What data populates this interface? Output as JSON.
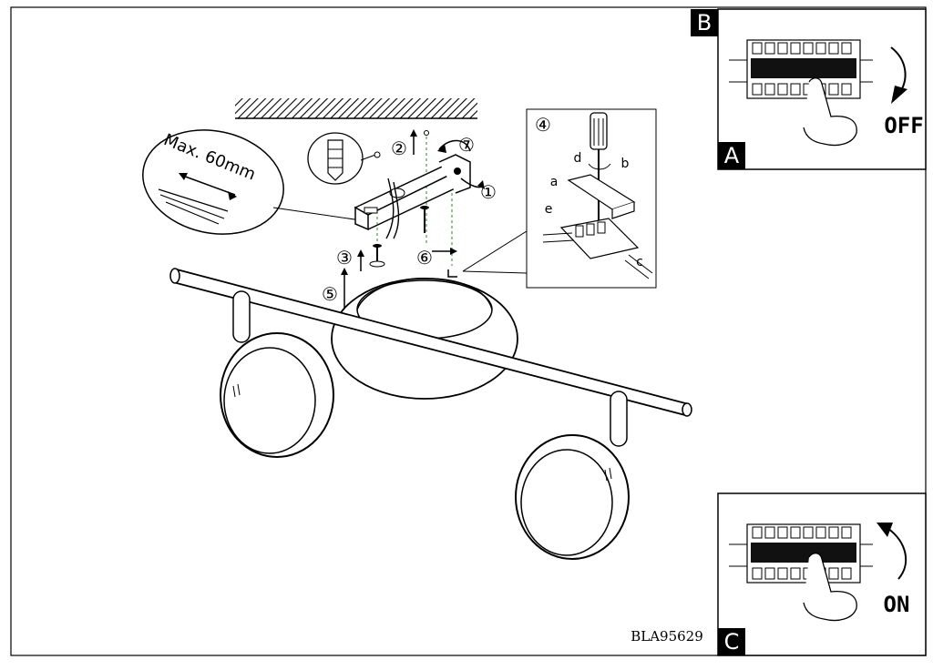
{
  "panels": {
    "b_label": "B",
    "a_label": "A",
    "c_label": "C",
    "off_text": "OFF",
    "on_text": "ON"
  },
  "steps": {
    "s1": "①",
    "s2": "②",
    "s3": "③",
    "s4": "④",
    "s5": "⑤",
    "s6": "⑥",
    "s7": "⑦"
  },
  "callout": {
    "max_length": "Max. 60mm"
  },
  "detail": {
    "a": "a",
    "b": "b",
    "c": "c",
    "d": "d",
    "e": "e"
  },
  "model_code": "BLA95629"
}
